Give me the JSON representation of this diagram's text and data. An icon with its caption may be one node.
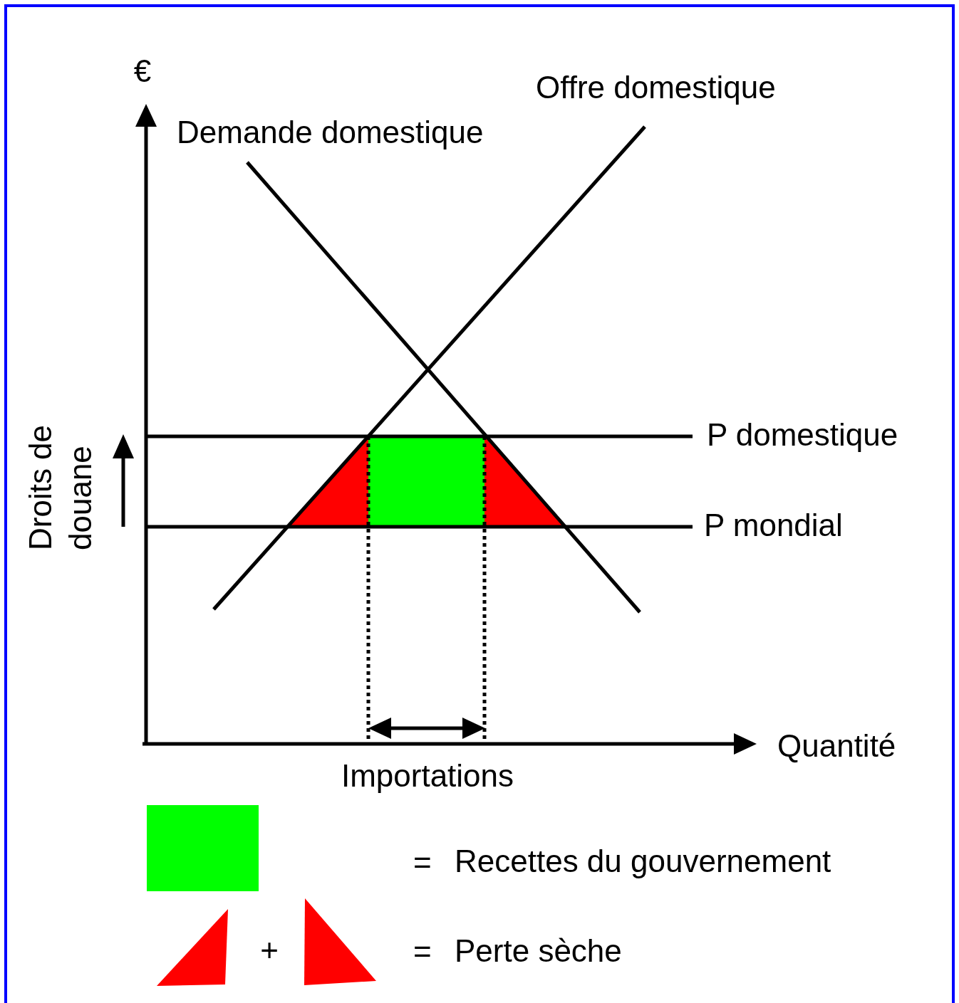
{
  "diagram": {
    "labels": [
      "€",
      "Offre domestique",
      "Demande domestique",
      "P domestique",
      "P mondial",
      "Droits de douane",
      "Quantité",
      "Importations",
      "=",
      "+",
      "="
    ],
    "legend": [
      {
        "text": "Recettes du gouvernement",
        "color": "#00ff00"
      },
      {
        "text": "Perte sèche",
        "color": "#ff0000"
      }
    ]
  }
}
